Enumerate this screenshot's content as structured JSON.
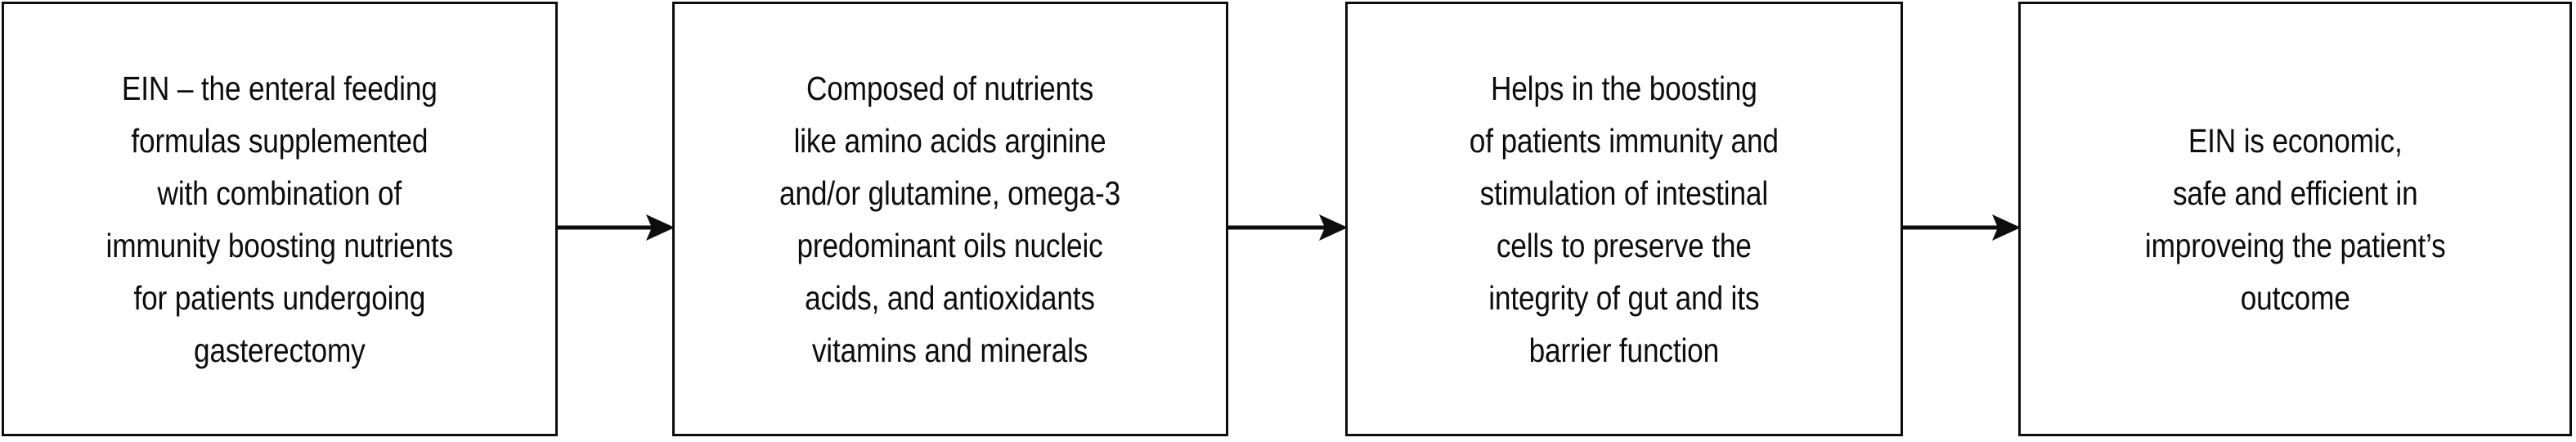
{
  "diagram": {
    "type": "horizontal-flowchart",
    "orientation": "left-to-right",
    "background_color": "#ffffff",
    "stroke_color": "#0d0d0d",
    "text_color": "#0d0d0d",
    "box_count": 4,
    "arrow_count": 3,
    "boxes": [
      {
        "id": "box-1",
        "text": "EIN – the enteral feeding\nformulas supplemented\nwith combination of\nimmunity boosting nutrients\nfor patients undergoing\ngasterectomy"
      },
      {
        "id": "box-2",
        "text": "Composed of nutrients\nlike amino acids arginine\nand/or glutamine, omega-3\npredominant oils nucleic\nacids, and antioxidants\nvitamins and minerals"
      },
      {
        "id": "box-3",
        "text": "Helps in the boosting\nof patients immunity and\nstimulation of intestinal\ncells to preserve the\nintegrity of gut and its\nbarrier function"
      },
      {
        "id": "box-4",
        "text": "EIN is economic,\nsafe and efficient in\nimproveing the patient’s\noutcome"
      }
    ],
    "arrows": [
      {
        "id": "arrow-1",
        "from": "box-1",
        "to": "box-2",
        "icon": "arrow-right-icon"
      },
      {
        "id": "arrow-2",
        "from": "box-2",
        "to": "box-3",
        "icon": "arrow-right-icon"
      },
      {
        "id": "arrow-3",
        "from": "box-3",
        "to": "box-4",
        "icon": "arrow-right-icon"
      }
    ]
  }
}
